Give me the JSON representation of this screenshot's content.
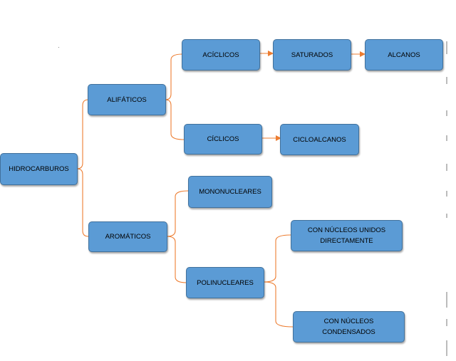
{
  "nodes": {
    "hidrocarburos": "HIDROCARBUROS",
    "alifaticos": "ALIFÁTICOS",
    "aromaticos": "AROMÁTICOS",
    "aciclicos": "ACÍCLICOS",
    "ciclicos": "CÍCLICOS",
    "saturados": "SATURADOS",
    "alcanos": "ALCANOS",
    "cicloalcanos": "CICLOALCANOS",
    "mononucleares": "MONONUCLEARES",
    "polinucleares": "POLINUCLEARES",
    "unidos": "CON NÚCLEOS UNIDOS DIRECTAMENTE",
    "condensados": "CON NÚCLEOS CONDENSADOS"
  },
  "colors": {
    "box_fill": "#5b9bd5",
    "box_border": "#41719c",
    "connector": "#ed7d31"
  }
}
